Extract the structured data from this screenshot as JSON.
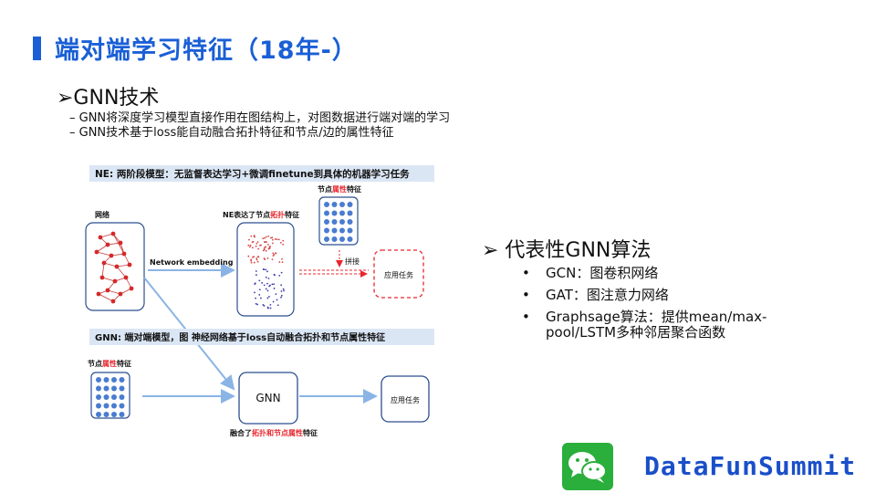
{
  "slide": {
    "title": "端对端学习特征（18年-）",
    "bullet_main": "➢GNN技术",
    "sub_bullets": [
      "– GNN将深度学习模型直接作用在图结构上，对图数据进行端对端的学习",
      "– GNN技术基于loss能自动融合拓扑特征和节点/边的属性特征"
    ]
  },
  "figure": {
    "ne_header": "NE: 两阶段模型：无监督表达学习+微调finetune到具体的机器学习任务",
    "network_label": "网络",
    "ne_expr_label_prefix": "NE表达了节点",
    "ne_expr_label_highlight": "拓扑",
    "ne_expr_label_suffix": "特征",
    "node_attr_label_prefix": "节点",
    "node_attr_label_highlight": "属性",
    "node_attr_label_suffix": "特征",
    "network_embedding_label": "Network embedding",
    "concat_label": "拼接",
    "app_task_label": "应用任务",
    "gnn_header": "GNN: 端对端模型，图 神经网络基于loss自动融合拓扑和节点属性特征",
    "gnn_box_label": "GNN",
    "fused_label_prefix": "融合了",
    "fused_label_highlight": "拓扑和节点属性",
    "fused_label_suffix": "特征",
    "highlight_color": "#e8262d",
    "accent_color": "#1a5fd6"
  },
  "right_panel": {
    "heading": "➢ 代表性GNN算法",
    "items": [
      "GCN：图卷积网络",
      "GAT：图注意力网络",
      "Graphsage算法：提供mean/max-"
    ],
    "item3_continuation": "pool/LSTM多种邻居聚合函数",
    "bullet_char": "•"
  },
  "footer": {
    "brand": "DataFunSummit",
    "logo_icon": "wechat-icon"
  }
}
